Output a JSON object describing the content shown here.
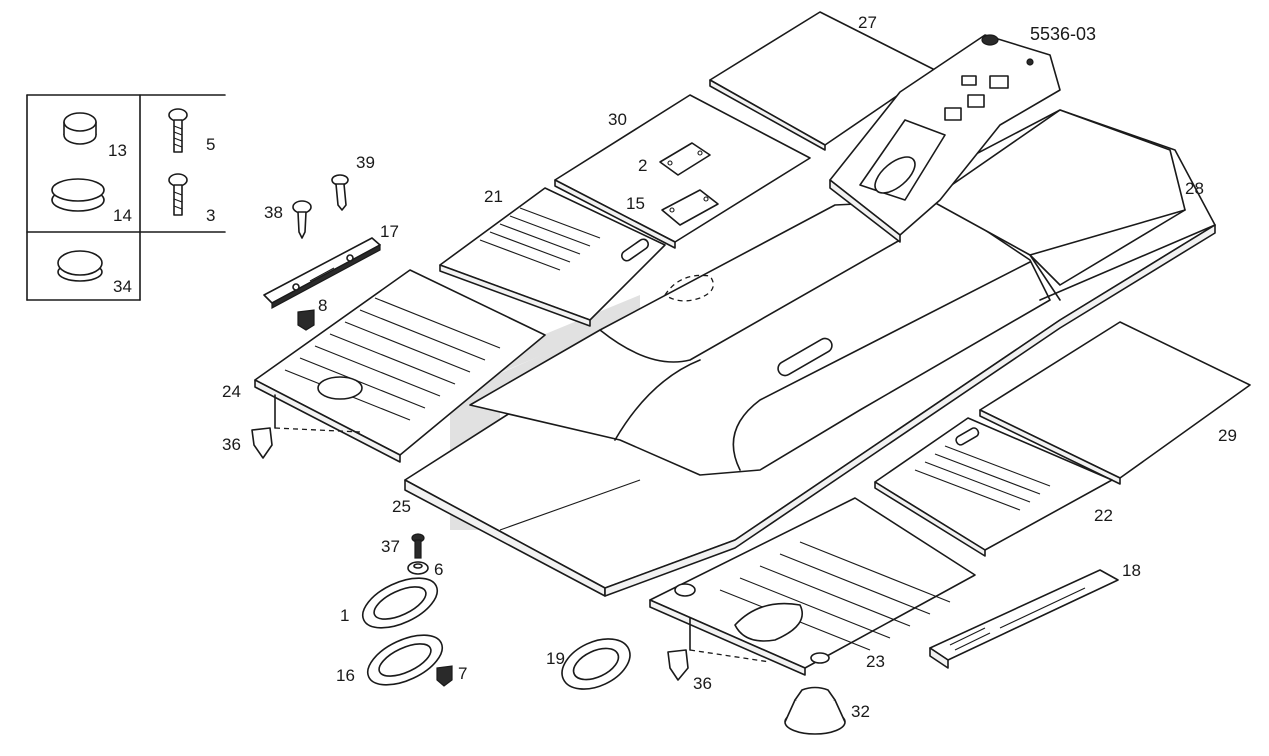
{
  "drawing_code": "5536-03",
  "watermark_color": "#c9c9c9",
  "line_color": "#1a1a1a",
  "callouts": {
    "c13": "13",
    "c5": "5",
    "c14": "14",
    "c3": "3",
    "c34": "34",
    "c39": "39",
    "c38": "38",
    "c17": "17",
    "c8": "8",
    "c30": "30",
    "c27": "27",
    "c2": "2",
    "c15": "15",
    "c21": "21",
    "c28": "28",
    "c24": "24",
    "c36a": "36",
    "c25": "25",
    "c29": "29",
    "c22": "22",
    "c37": "37",
    "c6": "6",
    "c1": "1",
    "c16": "16",
    "c7": "7",
    "c19": "19",
    "c36b": "36",
    "c23": "23",
    "c18": "18",
    "c32": "32"
  }
}
